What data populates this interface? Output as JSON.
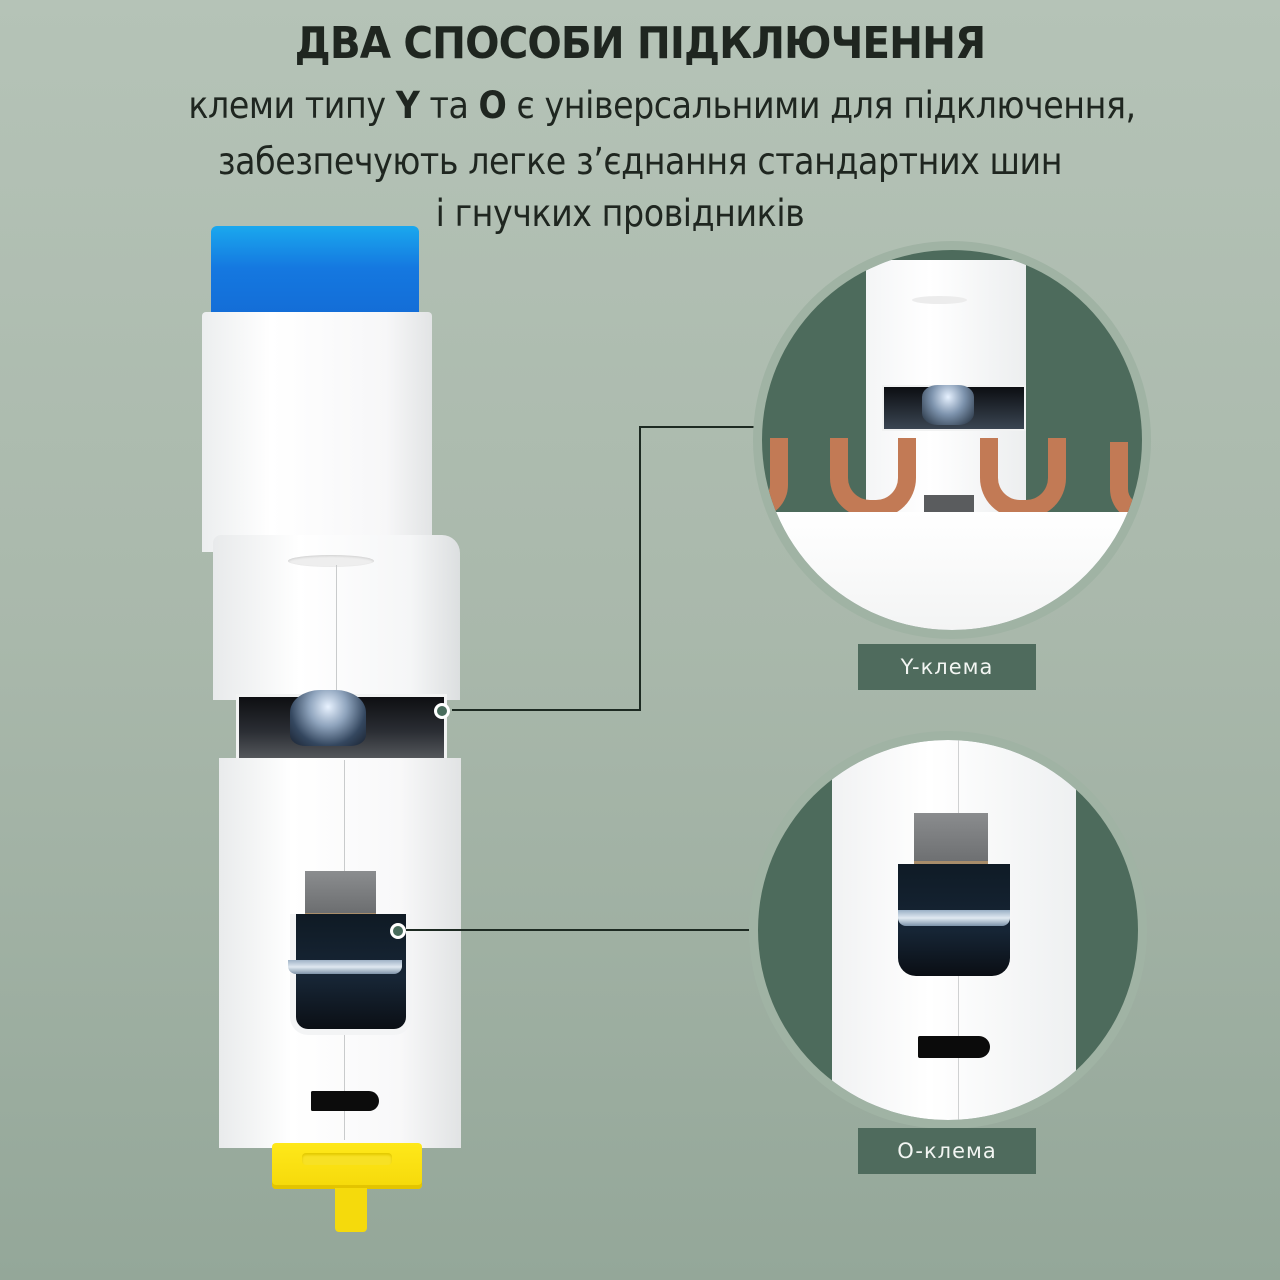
{
  "heading": {
    "title": "ДВА СПОСОБИ ПІДКЛЮЧЕННЯ",
    "line1_prefix": "клеми типу ",
    "line1_y": "Y",
    "line1_mid": " та ",
    "line1_o": "O",
    "line1_suffix": " є універсальними для підключення,",
    "line2": "забезпечують легке з’єднання стандартних шин",
    "line3": "і гнучких провідників"
  },
  "callouts": [
    {
      "id": "y-terminal",
      "label": "Y-клема"
    },
    {
      "id": "o-terminal",
      "label": "O-клема"
    }
  ],
  "colors": {
    "background": "#a9b8ab",
    "accent_green": "#4f6b5d",
    "handle_blue": "#1578e0",
    "clip_yellow": "#f5d90a",
    "copper": "#c27a55"
  }
}
